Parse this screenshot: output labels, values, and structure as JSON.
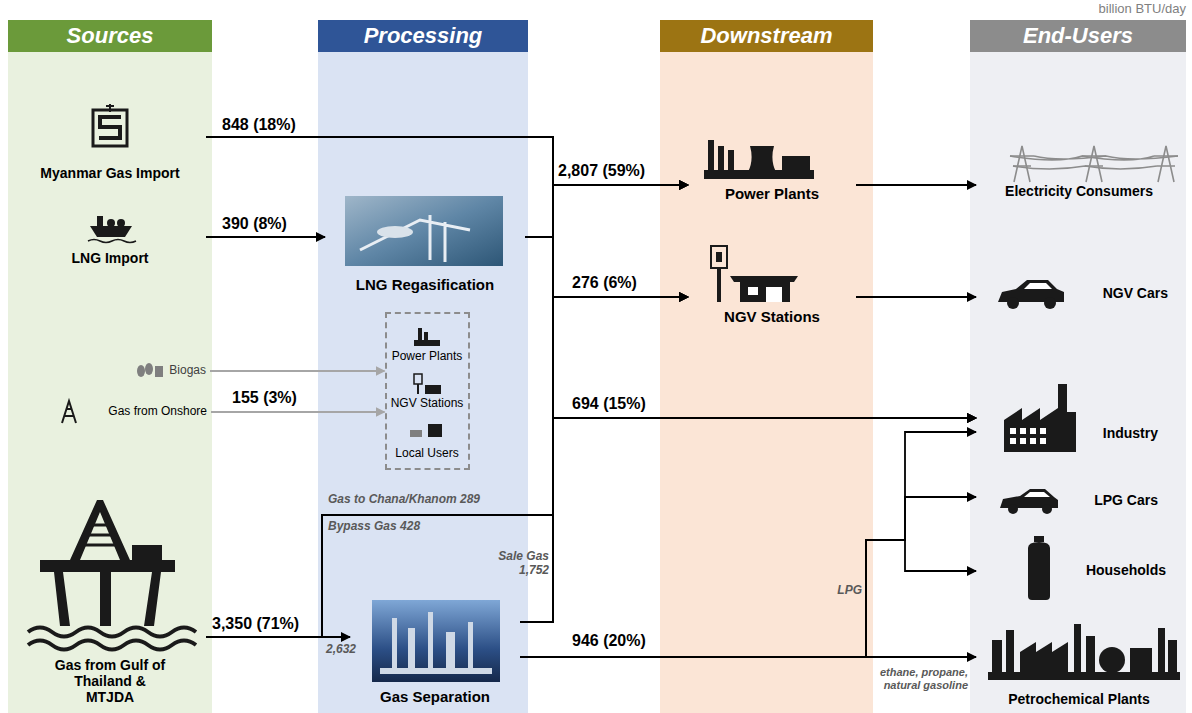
{
  "diagram": {
    "nodes": [
      {
        "text": [
          "Sources"
        ]
      },
      {
        "text": [
          "Processing"
        ]
      },
      {
        "text": [
          "Downstream"
        ]
      },
      {
        "text": [
          "End-Users"
        ]
      },
      {
        "text": [
          "Myanmar Gas Import"
        ],
        "in": 0
      },
      {
        "text": [
          "LNG Import"
        ],
        "in": 0
      },
      {
        "text": [
          "Biogas"
        ],
        "in": 0
      },
      {
        "text": [
          "Gas from Onshore"
        ],
        "in": 0
      },
      {
        "text": [
          "Gas from Gulf of Thailand & MTJDA"
        ],
        "in": 0
      },
      {
        "text": [
          "LNG Regasification"
        ],
        "in": 1
      },
      {
        "text": [
          "Power Plants",
          "NGV Stations",
          "Local Users"
        ],
        "in": 1
      },
      {
        "text": [
          "Gas Separation"
        ],
        "in": 1
      },
      {
        "text": [
          "Power Plants"
        ],
        "in": 2
      },
      {
        "text": [
          "NGV Stations"
        ],
        "in": 2
      },
      {
        "text": [
          "Electricity Consumers"
        ],
        "in": 3
      },
      {
        "text": [
          "NGV Cars"
        ],
        "in": 3
      },
      {
        "text": [
          "Industry"
        ],
        "in": 3
      },
      {
        "text": [
          "LPG Cars"
        ],
        "in": 3
      },
      {
        "text": [
          "Households"
        ],
        "in": 3
      },
      {
        "text": [
          "Petrochemical Plants"
        ],
        "in": 3
      }
    ],
    "edges": [
      {
        "from": 4,
        "to": 12,
        "arrow": "to",
        "label": "848 (18%)"
      },
      {
        "from": 4,
        "to": 13,
        "arrow": "to"
      },
      {
        "from": 4,
        "to": 16,
        "arrow": "to"
      },
      {
        "from": 5,
        "to": 9,
        "arrow": "to",
        "label": "390 (8%)"
      },
      {
        "from": 9,
        "to": 12,
        "arrow": "to"
      },
      {
        "from": 9,
        "to": 13,
        "arrow": "to"
      },
      {
        "from": 9,
        "to": 16,
        "arrow": "to"
      },
      {
        "from": 6,
        "to": 10,
        "arrow": "to"
      },
      {
        "from": 7,
        "to": 10,
        "arrow": "to",
        "label": "155 (3%)"
      },
      {
        "from": 8,
        "to": 11,
        "arrow": "to",
        "label": "3,350 (71%)"
      },
      {
        "from": 8,
        "to": 12,
        "arrow": "to",
        "label": "Bypass Gas 428"
      },
      {
        "from": 8,
        "to": 13,
        "arrow": "to"
      },
      {
        "from": 8,
        "to": 16,
        "arrow": "to"
      },
      {
        "from": 11,
        "to": 12,
        "arrow": "to",
        "label": "Sale Gas 1,752"
      },
      {
        "from": 11,
        "to": 13,
        "arrow": "to"
      },
      {
        "from": 11,
        "to": 16,
        "arrow": "to"
      },
      {
        "from": 12,
        "to": 14,
        "arrow": "to"
      },
      {
        "from": 13,
        "to": 15,
        "arrow": "to"
      },
      {
        "from": 11,
        "to": 19,
        "arrow": "to",
        "label": "946 (20%)"
      },
      {
        "from": 11,
        "to": 16,
        "arrow": "to"
      },
      {
        "from": 11,
        "to": 17,
        "arrow": "to"
      },
      {
        "from": 11,
        "to": 18,
        "arrow": "to"
      }
    ],
    "labels": [
      "billion BTU/day",
      "2,807 (59%)",
      "276 (6%)",
      "694 (15%)",
      "Gas to Chana/Khanom 289",
      "2,632",
      "LPG",
      "ethane, propane, natural gasoline"
    ]
  }
}
